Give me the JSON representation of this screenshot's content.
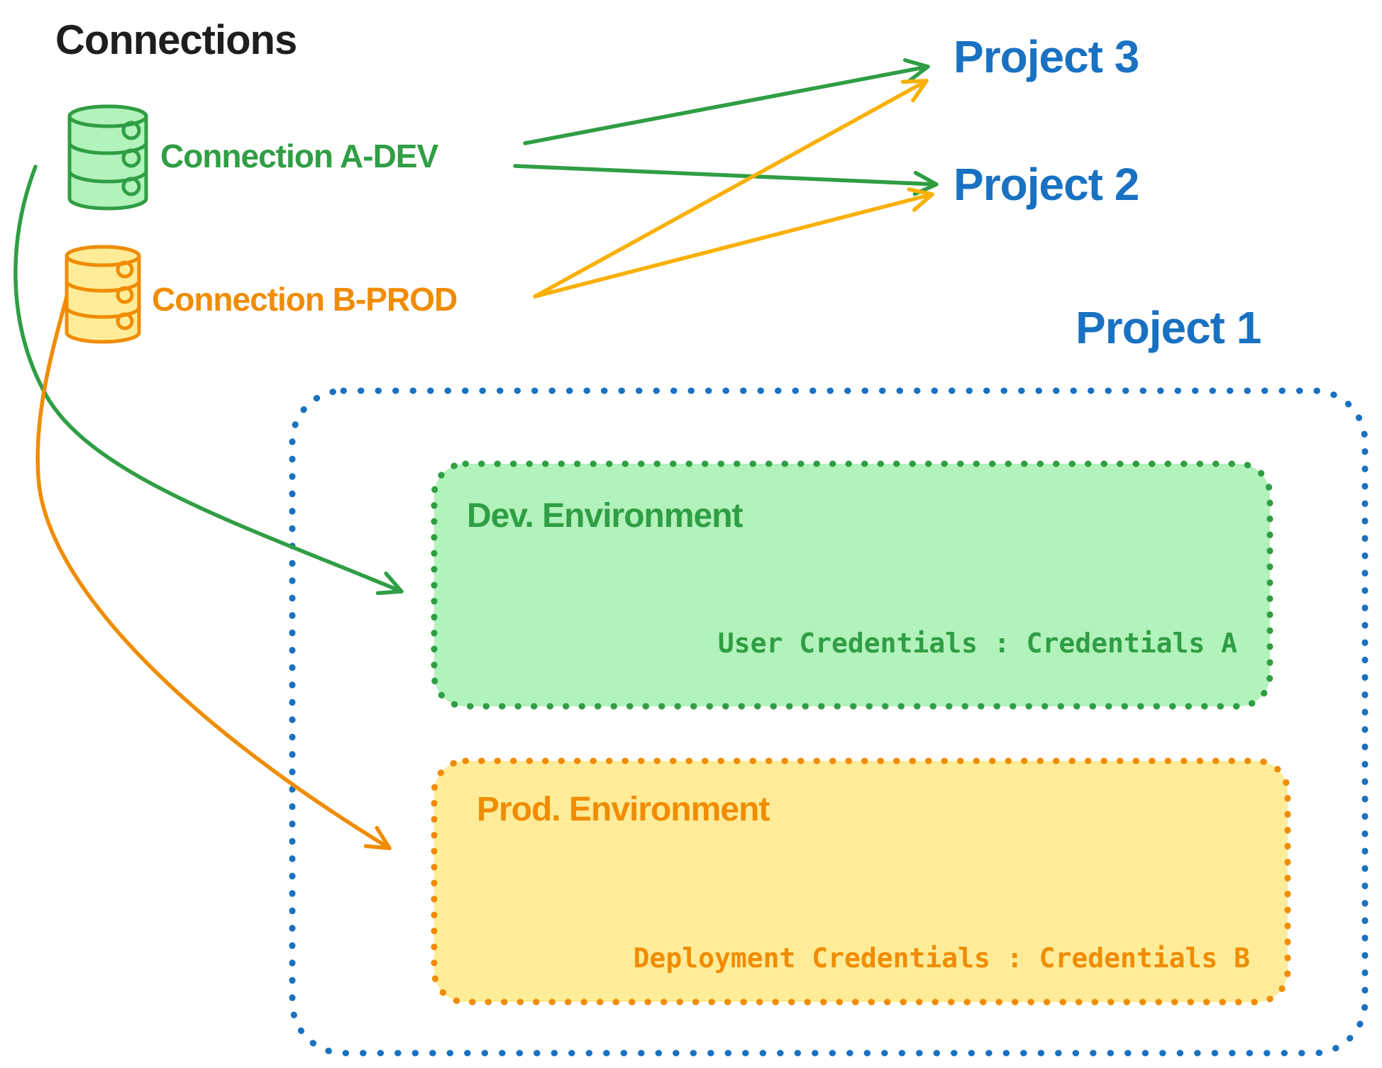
{
  "title": "Connections",
  "palette": {
    "text": "#1e1e1e",
    "project_blue": "#1971c2",
    "dev_green": "#2f9e44",
    "dev_green_fill": "#b2f2bb",
    "prod_orange": "#f08c00",
    "prod_orange_fill": "#ffec99",
    "prod_arrow_yellow": "#fab005"
  },
  "connections": [
    {
      "label": "Connection A-DEV",
      "icon": "database",
      "color": "#2f9e44"
    },
    {
      "label": "Connection B-PROD",
      "icon": "database",
      "color": "#f08c00"
    }
  ],
  "projects": [
    {
      "label": "Project 3"
    },
    {
      "label": "Project 2"
    },
    {
      "label": "Project 1"
    }
  ],
  "project1_detail": {
    "environments": [
      {
        "title": "Dev. Environment",
        "credentials": "User Credentials : Credentials A"
      },
      {
        "title": "Prod. Environment",
        "credentials": "Deployment Credentials : Credentials B"
      }
    ]
  },
  "links": [
    {
      "from": "Connection A-DEV",
      "to": "Project 3",
      "color": "#2f9e44"
    },
    {
      "from": "Connection A-DEV",
      "to": "Project 2",
      "color": "#2f9e44"
    },
    {
      "from": "Connection B-PROD",
      "to": "Project 3",
      "color": "#fab005"
    },
    {
      "from": "Connection B-PROD",
      "to": "Project 2",
      "color": "#fab005"
    },
    {
      "from": "Connection A-DEV",
      "to": "Dev. Environment",
      "color": "#2f9e44"
    },
    {
      "from": "Connection B-PROD",
      "to": "Prod. Environment",
      "color": "#f08c00"
    }
  ]
}
